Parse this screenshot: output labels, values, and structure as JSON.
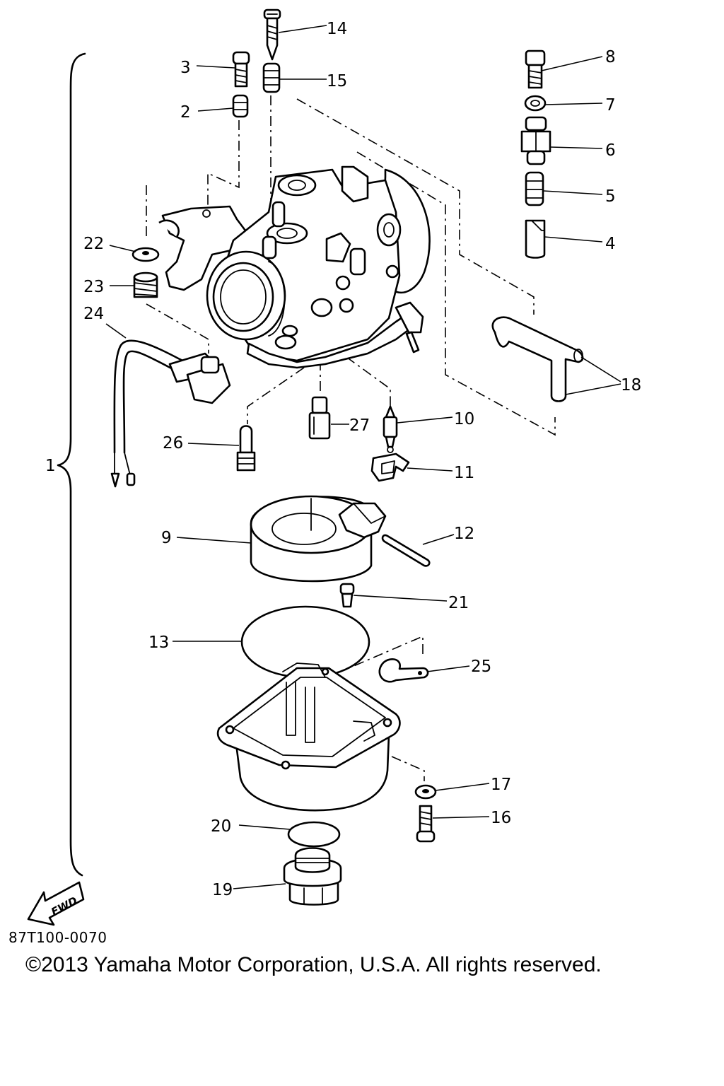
{
  "diagram": {
    "labels": {
      "p1": "1",
      "p2": "2",
      "p3": "3",
      "p4": "4",
      "p5": "5",
      "p6": "6",
      "p7": "7",
      "p8": "8",
      "p9": "9",
      "p10": "10",
      "p11": "11",
      "p12": "12",
      "p13": "13",
      "p14": "14",
      "p15": "15",
      "p16": "16",
      "p17": "17",
      "p18": "18",
      "p19": "19",
      "p20": "20",
      "p21": "21",
      "p22": "22",
      "p23": "23",
      "p24": "24",
      "p25": "25",
      "p26": "26",
      "p27": "27"
    },
    "fwd_label": "FWD",
    "diagram_code": "87T100-0070",
    "copyright": "©2013 Yamaha Motor Corporation, U.S.A. All rights reserved."
  }
}
